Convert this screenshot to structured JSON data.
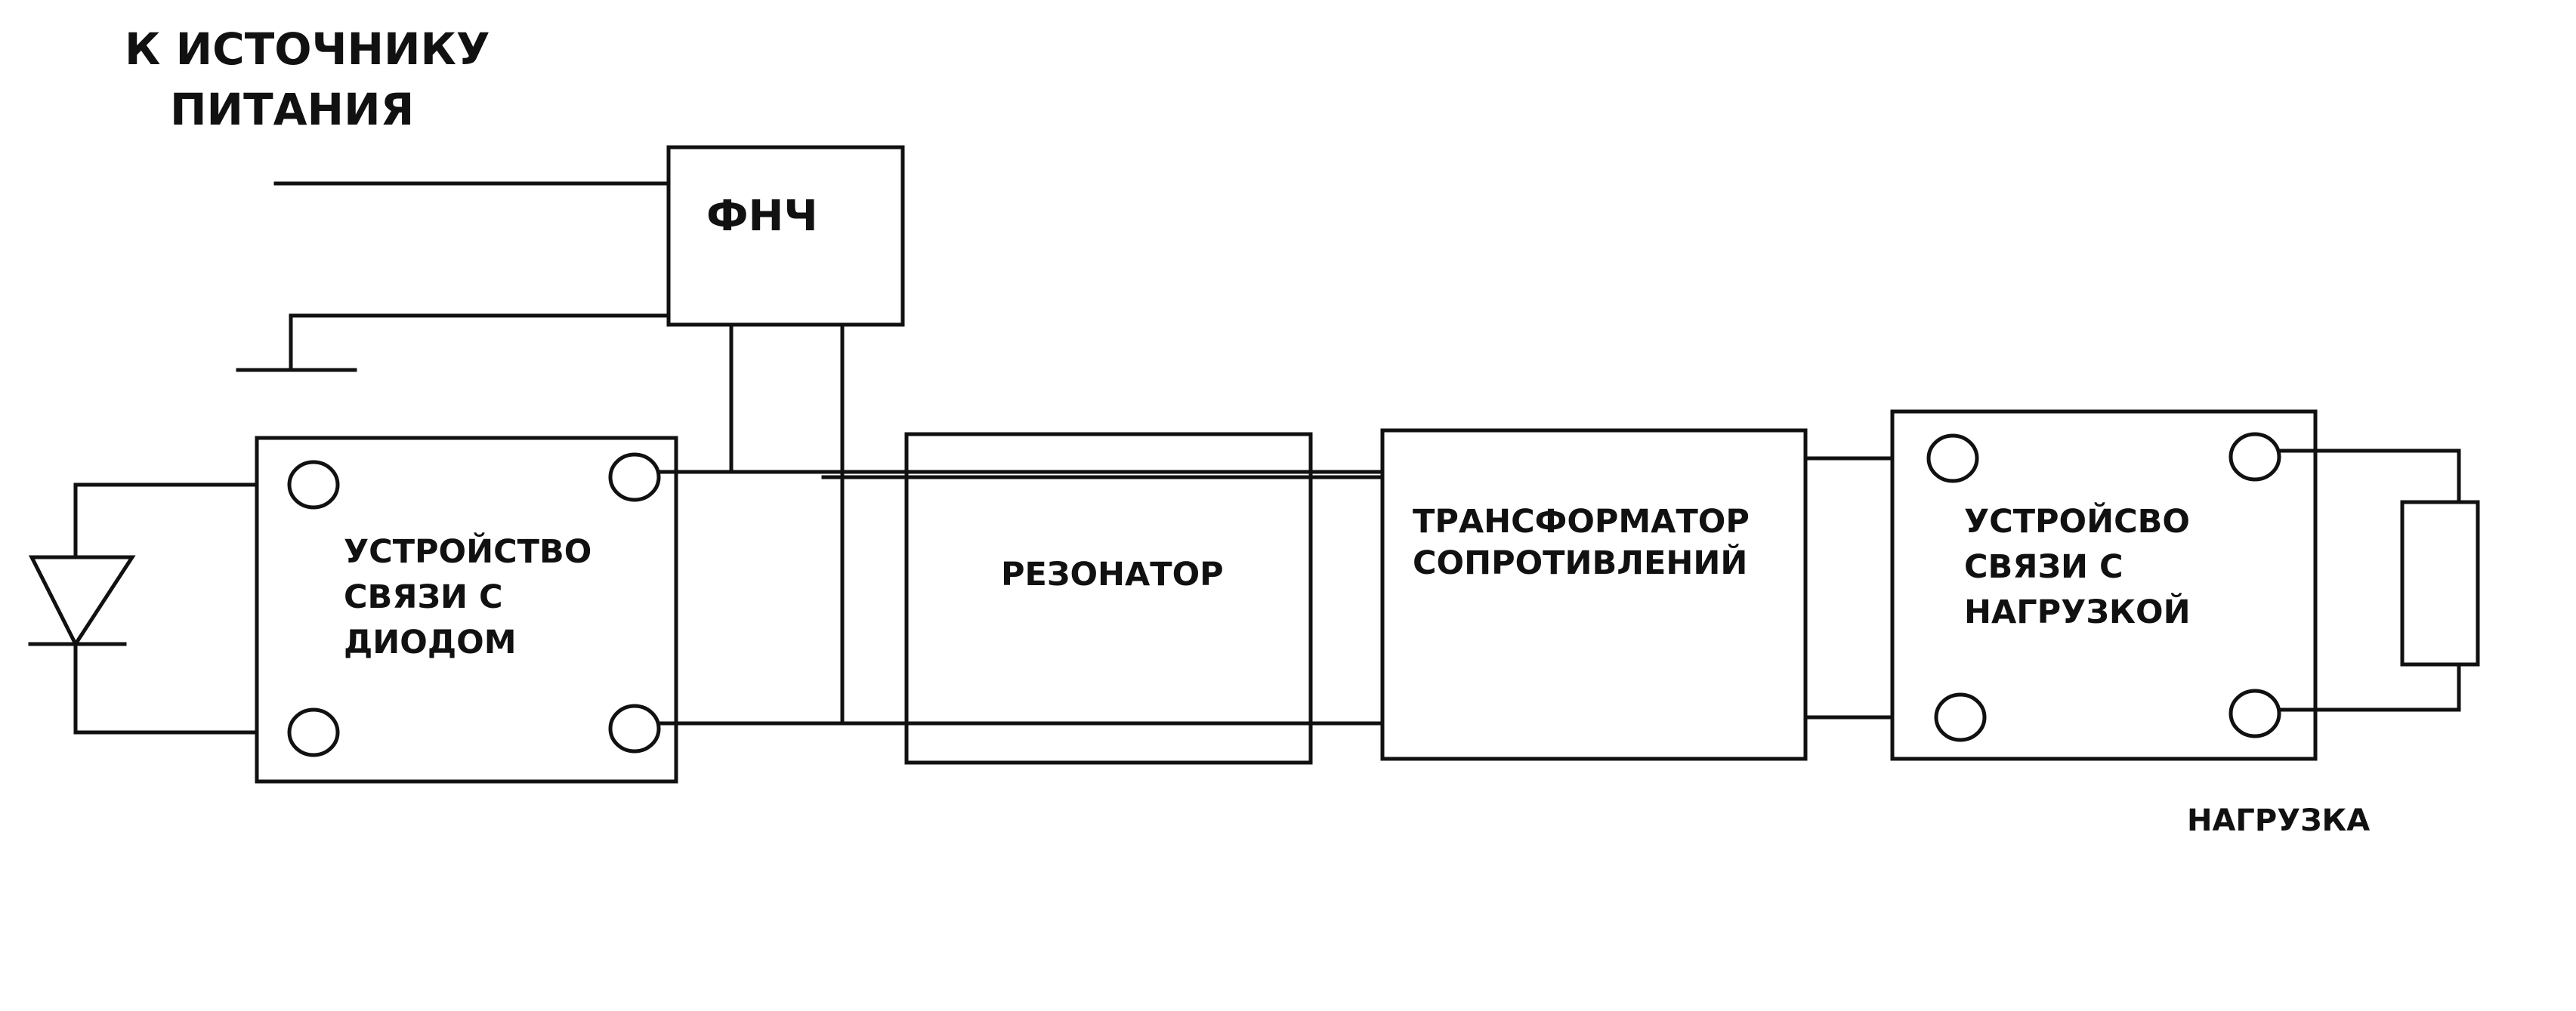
{
  "labels": {
    "power_source_line1": "К ИСТОЧНИКУ",
    "power_source_line2": "ПИТАНИЯ",
    "lpf": "ФНЧ",
    "diode_coupler": [
      "УСТРОЙСТВО",
      "СВЯЗИ С",
      "ДИОДОМ"
    ],
    "resonator": "РЕЗОНАТОР",
    "impedance_transformer": [
      "ТРАНСФОРМАТОР",
      "СОПРОТИВЛЕНИЙ"
    ],
    "load_coupler": [
      "УСТРОЙСВО",
      "СВЯЗИ С",
      "НАГРУЗКОЙ"
    ],
    "load": "НАГРУЗКА"
  },
  "colors": {
    "ink": "#111111",
    "background": "#ffffff"
  }
}
